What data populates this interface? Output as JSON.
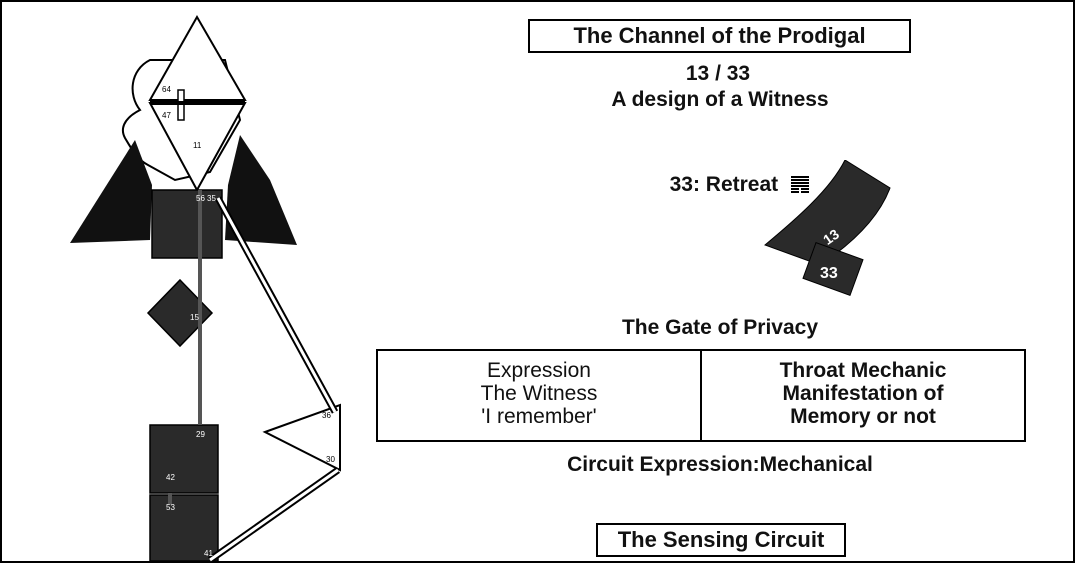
{
  "title": "The Channel of the Prodigal",
  "channel": {
    "numbers": "13 / 33",
    "subtitle": "A design of a Witness"
  },
  "gate": {
    "line": "33: Retreat",
    "icon": "hexagram-icon",
    "title": "The Gate of Privacy",
    "numbers_on_graphic": [
      "13",
      "33"
    ]
  },
  "table": {
    "left": [
      "Expression",
      "The Witness",
      "'I remember'"
    ],
    "right": [
      "Throat Mechanic",
      "Manifestation of",
      "Memory or not"
    ]
  },
  "circuit_expression": "Circuit Expression:Mechanical",
  "circuit_box": "The Sensing Circuit",
  "bodygraph_labels": {
    "head_gate_a": "64",
    "head_gate_b": "47",
    "ajna_gate": "11",
    "throat_gate_a": "56",
    "throat_gate_b": "35",
    "g_center_gate": "15",
    "spleen_gate_a": "36",
    "spleen_gate_b": "30",
    "sacral_gate_a": "29",
    "sacral_gate_b": "42",
    "root_gate_a": "53",
    "root_gate_b": "41"
  },
  "colors": {
    "center_fill": "#2a2a2a",
    "ink": "#000000",
    "background": "#ffffff"
  }
}
